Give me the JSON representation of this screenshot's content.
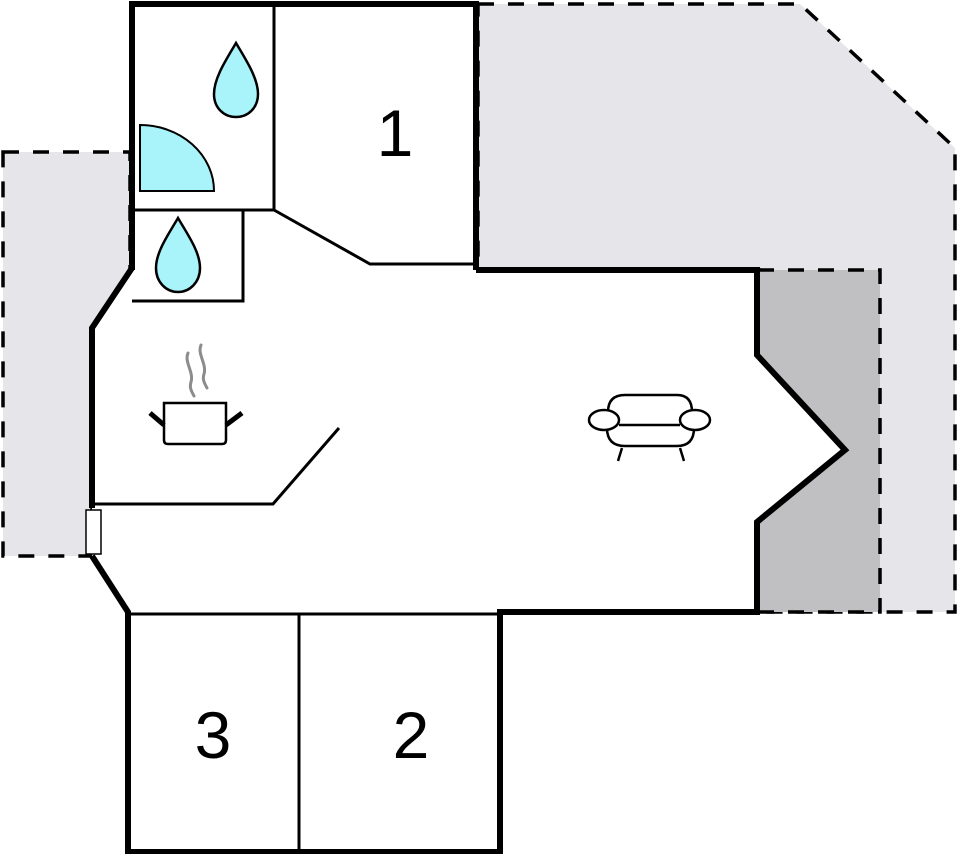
{
  "diagram": {
    "type": "floor_plan",
    "colors": {
      "wall": "#000000",
      "floor": "#ffffff",
      "terrace": "#e6e6ea",
      "covered_terrace": "#c0c0c2",
      "water": "#a8f4fa",
      "steam": "#8c8c8c"
    },
    "rooms": [
      {
        "id": "bedroom-1",
        "label": "1"
      },
      {
        "id": "bedroom-2",
        "label": "2"
      },
      {
        "id": "bedroom-3",
        "label": "3"
      }
    ],
    "icons": [
      {
        "id": "bathroom-water-drop-upper",
        "semantic": "water-drop-icon"
      },
      {
        "id": "shower-quarter-circle",
        "semantic": "shower-icon"
      },
      {
        "id": "bathroom-water-drop-lower",
        "semantic": "water-drop-icon"
      },
      {
        "id": "kitchen-pot",
        "semantic": "cooking-pot-icon"
      },
      {
        "id": "living-sofa",
        "semantic": "sofa-icon"
      }
    ],
    "outdoor_areas": [
      {
        "id": "terrace-north-east",
        "style": "dashed-light"
      },
      {
        "id": "terrace-west",
        "style": "dashed-light"
      },
      {
        "id": "covered-terrace-east",
        "style": "dashed-dark"
      }
    ],
    "door": {
      "id": "entrance-door",
      "position": "west"
    }
  }
}
